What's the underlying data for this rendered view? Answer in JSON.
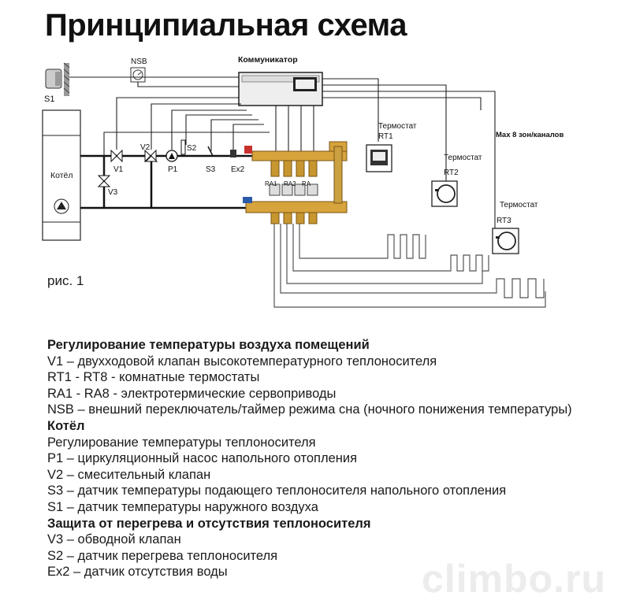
{
  "title": "Принципиальная схема",
  "labels": {
    "kommunikator": "Коммуникатор",
    "nsb": "NSB",
    "s1": "S1",
    "kotel": "Котёл",
    "v1": "V1",
    "v2": "V2",
    "v3": "V3",
    "p1": "P1",
    "s2": "S2",
    "s3": "S3",
    "ex2": "Ex2",
    "ra1": "RA1",
    "ra2": "RA2",
    "ra3": "RA",
    "thermostat": "Термостат",
    "rt1": "RT1",
    "rt2": "RT2",
    "rt3": "RT3",
    "max_zones": "Max 8 зон/каналов"
  },
  "caption": "рис. 1",
  "legend": [
    {
      "text": "Регулирование температуры воздуха помещений",
      "bold": true
    },
    {
      "text": "V1 – двухходовой клапан высокотемпературного теплоносителя",
      "bold": false
    },
    {
      "text": "RT1 - RT8 - комнатные термостаты",
      "bold": false
    },
    {
      "text": "RA1 - RA8 - электротермические сервоприводы",
      "bold": false
    },
    {
      "text": "NSB – внешний переключатель/таймер режима сна (ночного понижения температуры)",
      "bold": false
    },
    {
      "text": "Котёл",
      "bold": true
    },
    {
      "text": "Регулирование температуры теплоносителя",
      "bold": false
    },
    {
      "text": "P1 – циркуляционный насос напольного отопления",
      "bold": false
    },
    {
      "text": "V2 – смесительный клапан",
      "bold": false
    },
    {
      "text": "S3 – датчик температуры подающего теплоносителя напольного отопления",
      "bold": false
    },
    {
      "text": "S1 – датчик температуры наружного воздуха",
      "bold": false
    },
    {
      "text": "Защита от перегрева и отсутствия теплоносителя",
      "bold": true
    },
    {
      "text": "V3 – обводной клапан",
      "bold": false
    },
    {
      "text": "S2 – датчик перегрева теплоносителя",
      "bold": false
    },
    {
      "text": "Ex2 – датчик отсутствия воды",
      "bold": false
    }
  ],
  "watermark": "climbo.ru"
}
